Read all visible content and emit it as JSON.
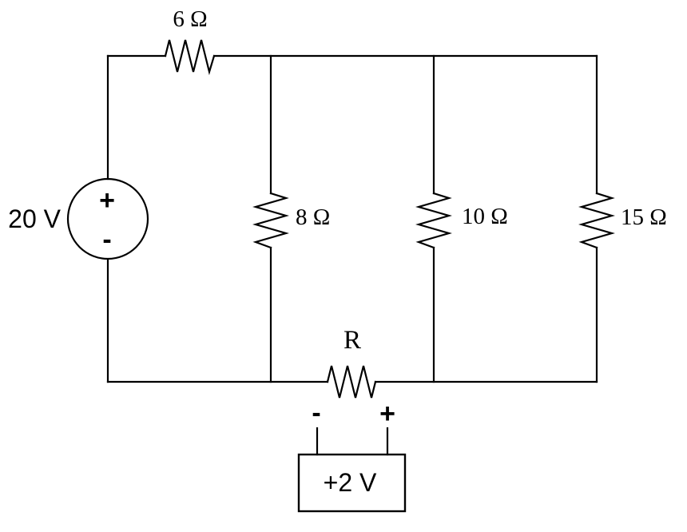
{
  "circuit": {
    "voltage_source": {
      "label": "20 V",
      "plus": "+",
      "minus": "-"
    },
    "resistors": {
      "series_top": "6 Ω",
      "parallel_1": "8 Ω",
      "parallel_2": "10 Ω",
      "parallel_3": "15 Ω",
      "bottom_name": "R"
    },
    "measurement": {
      "minus": "-",
      "plus": "+",
      "value": "+2 V"
    },
    "colors": {
      "stroke": "#000000",
      "background": "#ffffff"
    }
  }
}
